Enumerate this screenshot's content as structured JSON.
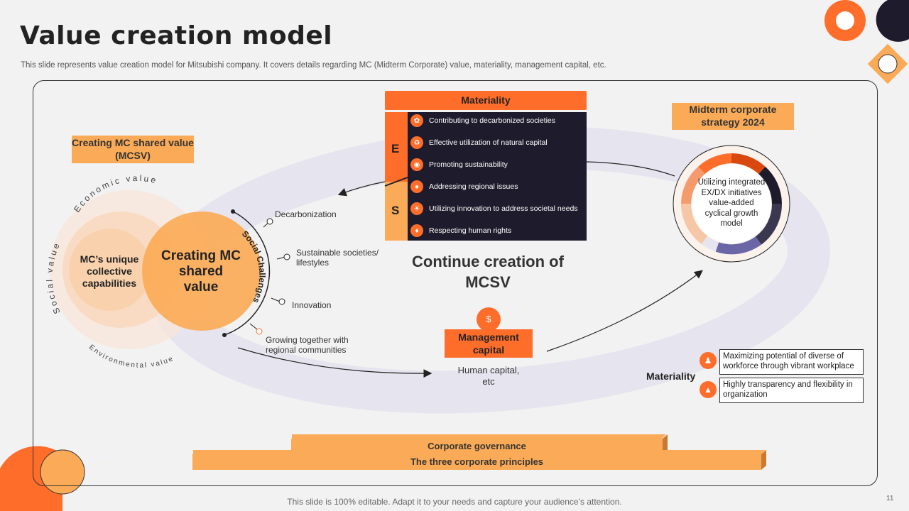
{
  "title": "Value creation model",
  "subtitle": "This slide represents value creation model for Mitsubishi company. It covers details regarding MC (Midterm Corporate) value, materiality, management capital, etc.",
  "left": {
    "badge": "Creating MC shared value (MCSV)",
    "economic_value": "Economic value",
    "social_value": "Social value",
    "environmental_value": "Environmental value",
    "unique_capabilities": "MC’s unique collective capabilities",
    "center": "Creating MC shared value",
    "social_challenges": "Social Challenges",
    "challenges": [
      "Decarbonization",
      "Sustainable societies/ lifestyles",
      "Innovation",
      "Growing together with regional communities"
    ]
  },
  "materiality": {
    "header": "Materiality",
    "e_label": "E",
    "s_label": "S",
    "items": [
      {
        "icon": "leaf-icon",
        "text": "Contributing to decarbonized societies"
      },
      {
        "icon": "recycle-icon",
        "text": "Effective utilization of natural capital"
      },
      {
        "icon": "globe-icon",
        "text": "Promoting  sustainability"
      },
      {
        "icon": "location-icon",
        "text": "Addressing regional issues"
      },
      {
        "icon": "lightbulb-icon",
        "text": "Utilizing innovation to address societal needs"
      },
      {
        "icon": "handshake-icon",
        "text": "Respecting human rights"
      }
    ]
  },
  "center_text": "Continue creation of MCSV",
  "management": {
    "label": "Management capital",
    "sub": "Human capital, etc",
    "icon": "money-bag-icon"
  },
  "midterm": {
    "badge": "Midterm corporate strategy 2024",
    "circle_text": "Utilizing integrated EX/DX initiatives value-added cyclical growth model"
  },
  "materiality2": {
    "label": "Materiality",
    "items": [
      {
        "icon": "people-icon",
        "text": "Maximizing potential of diverse of workforce through vibrant workplace"
      },
      {
        "icon": "tree-icon",
        "text": "Highly transparency and flexibility in organization"
      }
    ]
  },
  "base": {
    "governance": "Corporate governance",
    "principles": "The three corporate principles"
  },
  "footer": "This slide is 100% editable. Adapt it to your needs and capture your audience’s attention.",
  "page_number": "11",
  "colors": {
    "orange": "#ff6d2b",
    "light_orange": "#fbab57",
    "navy": "#1e1c2c",
    "lavender": "#e6e5ef"
  }
}
